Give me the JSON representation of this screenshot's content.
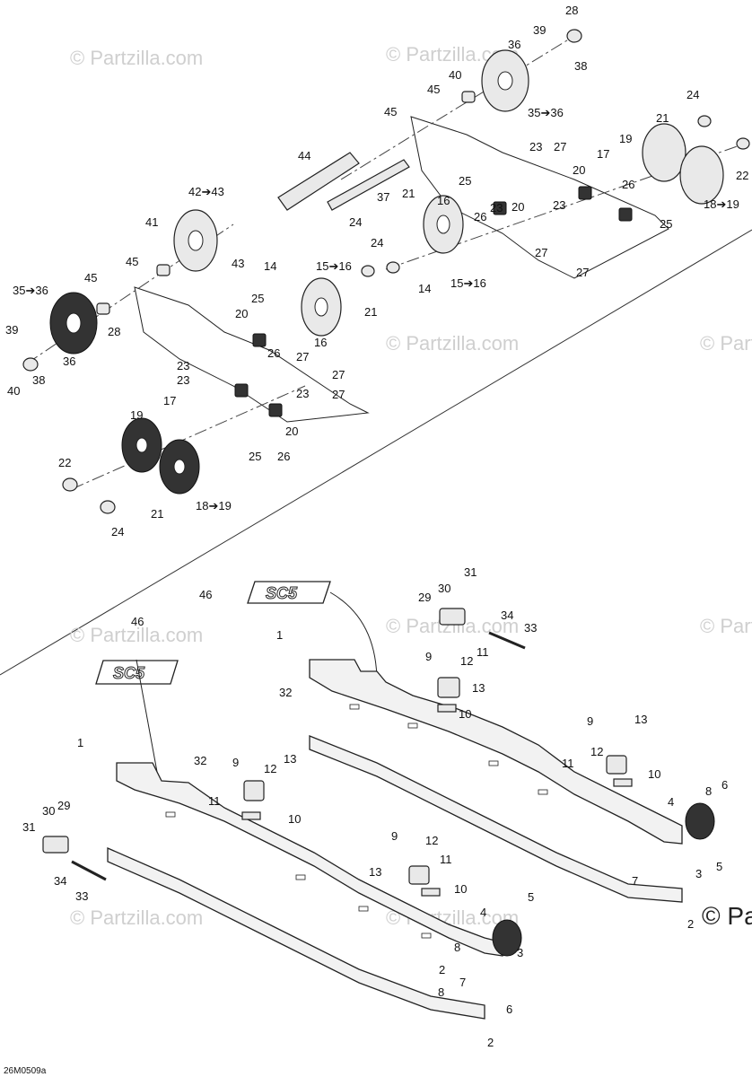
{
  "diagram_code": "26M0509a",
  "watermark": "© Partzilla.com",
  "watermark_corner": "© Pa",
  "logo_text": "SC5",
  "callouts_upper": [
    "28",
    "39",
    "38",
    "36",
    "35➔36",
    "40",
    "45",
    "45",
    "44",
    "37",
    "42➔43",
    "43",
    "41",
    "45",
    "45",
    "35➔36",
    "39",
    "38",
    "36",
    "40",
    "28",
    "24",
    "21",
    "22",
    "19",
    "17",
    "20",
    "26",
    "25",
    "18➔19",
    "23",
    "27",
    "27",
    "23",
    "26",
    "20",
    "23",
    "27",
    "25",
    "16",
    "21",
    "15➔16",
    "24",
    "24",
    "14",
    "21",
    "14",
    "15➔16",
    "16",
    "25",
    "20",
    "26",
    "23",
    "27",
    "23",
    "27",
    "23",
    "27",
    "17",
    "19",
    "20",
    "25",
    "26",
    "22",
    "21",
    "24",
    "18➔19"
  ],
  "callouts_lower": [
    "46",
    "46",
    "31",
    "30",
    "29",
    "34",
    "33",
    "1",
    "9",
    "11",
    "12",
    "13",
    "10",
    "32",
    "9",
    "12",
    "13",
    "11",
    "10",
    "1",
    "32",
    "9",
    "12",
    "13",
    "11",
    "10",
    "31",
    "30",
    "29",
    "34",
    "33",
    "8",
    "6",
    "4",
    "5",
    "3",
    "7",
    "2",
    "9",
    "11",
    "12",
    "13",
    "10",
    "4",
    "8",
    "7",
    "5",
    "3",
    "6",
    "8",
    "2",
    "2"
  ]
}
